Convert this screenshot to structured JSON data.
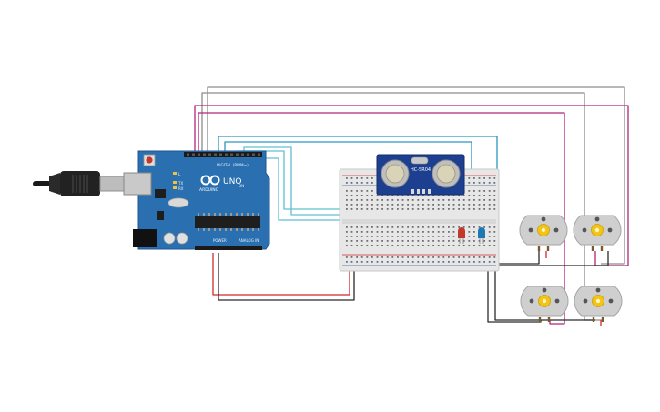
{
  "arduino": {
    "brand": "ARDUINO",
    "model": "UNO",
    "digital_label": "DIGITAL (PWM~)",
    "power_label": "POWER",
    "analog_label": "ANALOG IN",
    "tx_label": "TX",
    "rx_label": "RX",
    "l_label": "L",
    "on_label": "ON",
    "board_color": "#2a6fb0"
  },
  "sensor": {
    "model": "HC-SR04",
    "board_color": "#1d3f8f"
  },
  "leds": [
    {
      "color": "#c0392b"
    },
    {
      "color": "#1f78b4"
    }
  ],
  "motors": [
    {
      "shaft_color": "#f2c318"
    },
    {
      "shaft_color": "#f2c318"
    },
    {
      "shaft_color": "#f2c318"
    },
    {
      "shaft_color": "#f2c318"
    }
  ],
  "wire_colors": {
    "gray": "#8c8c8c",
    "magenta": "#b0267a",
    "cyan": "#2a96c4",
    "lightblue": "#5fc0d1",
    "red": "#d0282e",
    "black": "#2b2b2b"
  }
}
